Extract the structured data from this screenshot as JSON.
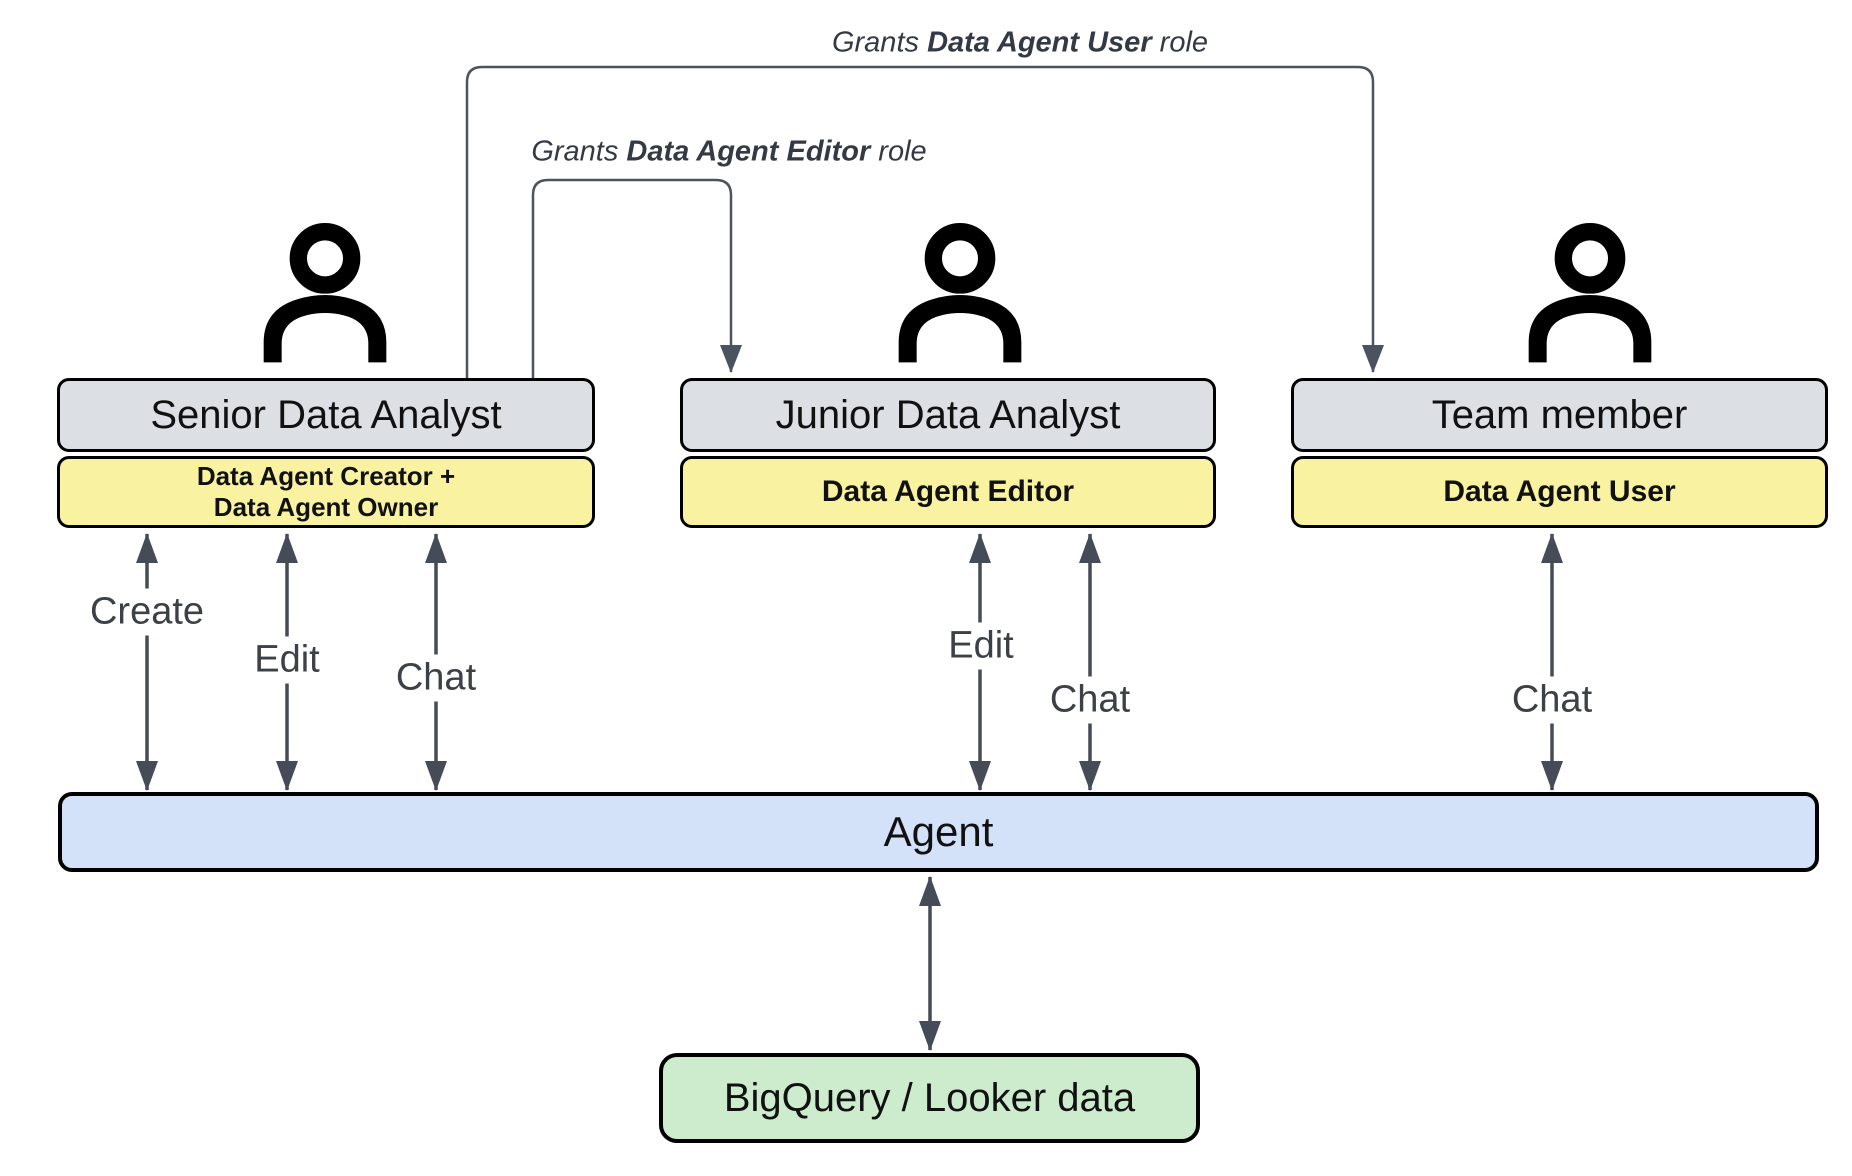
{
  "grant_connectors": [
    {
      "prefix": "Grants ",
      "role": "Data Agent User",
      "suffix": " role"
    },
    {
      "prefix": "Grants ",
      "role": "Data Agent Editor",
      "suffix": " role"
    }
  ],
  "actors": [
    {
      "title": "Senior Data Analyst",
      "roles": [
        "Data Agent Creator +",
        "Data Agent Owner"
      ],
      "actions": [
        "Create",
        "Edit",
        "Chat"
      ]
    },
    {
      "title": "Junior Data Analyst",
      "roles": [
        "Data Agent Editor"
      ],
      "actions": [
        "Edit",
        "Chat"
      ]
    },
    {
      "title": "Team member",
      "roles": [
        "Data Agent User"
      ],
      "actions": [
        "Chat"
      ]
    }
  ],
  "agent": {
    "label": "Agent"
  },
  "datastore": {
    "label": "BigQuery / Looker data"
  },
  "colors": {
    "actor_title_bg": "#dcdfe3",
    "role_bg": "#f9f2a0",
    "agent_bg": "#d3e2f8",
    "datastore_bg": "#cdeccd",
    "arrow": "#454b57",
    "connector": "#4c5360",
    "box_border": "#000000"
  }
}
